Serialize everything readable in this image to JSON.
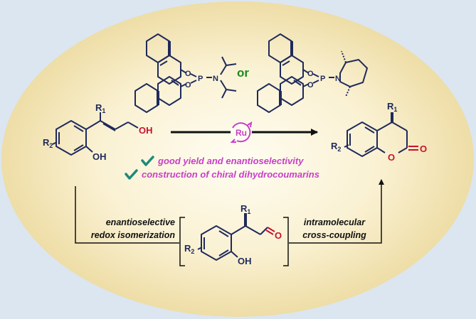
{
  "ligand_left": {
    "O1": "O",
    "O2": "O",
    "P": "P",
    "N": "N"
  },
  "ligand_right": {
    "O1": "O",
    "O2": "O",
    "P": "P",
    "N": "N"
  },
  "or_text": "or",
  "catalyst": {
    "label": "Ru"
  },
  "substrate": {
    "R1": "R",
    "R1_sub": "1",
    "R2": "R",
    "R2_sub": "2",
    "OH_chain": "OH",
    "OH_ring": "OH"
  },
  "product": {
    "R1": "R",
    "R1_sub": "1",
    "R2": "R",
    "R2_sub": "2",
    "O_carbonyl": "O",
    "O_ring": "O"
  },
  "intermediate": {
    "R1": "R",
    "R1_sub": "1",
    "R2": "R",
    "R2_sub": "2",
    "O_aldehyde": "O",
    "OH": "OH"
  },
  "benefits": [
    "good yield and enantioselectivity",
    "construction of chiral dihydrocoumarins"
  ],
  "step_left": [
    "enantioselective",
    "redox isomerization"
  ],
  "step_right": [
    "intramolecular",
    "cross-coupling"
  ],
  "colors": {
    "background": "#dbe6f1",
    "ellipse_center": "#fffdf0",
    "ellipse_edge": "#eddca8",
    "structure": "#1f2a5c",
    "oxygen": "#c8102e",
    "green": "#1a8a1a",
    "purple": "#c73fc7",
    "check": "#1c8a7a"
  }
}
